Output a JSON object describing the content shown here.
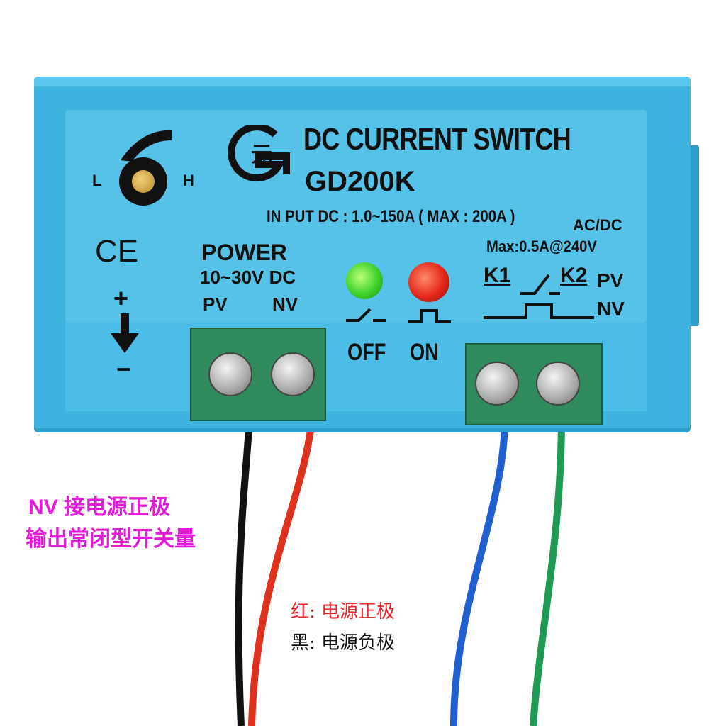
{
  "device": {
    "title": "DC CURRENT SWITCH",
    "model": "GD200K",
    "input_spec": "IN PUT DC : 1.0~150A ( MAX : 200A )",
    "ac_dc": "AC/DC",
    "max_load": "Max:0.5A@240V",
    "power_label": "POWER",
    "voltage": "10~30V DC",
    "pv_left": "PV",
    "nv_left": "NV",
    "k1": "K1",
    "k2": "K2",
    "pv_right": "PV",
    "nv_right": "NV",
    "off_label": "OFF",
    "on_label": "ON",
    "knob_low": "L",
    "knob_high": "H",
    "ce_mark": "CE",
    "plus": "+",
    "minus": "−"
  },
  "annotations": {
    "line1": "NV 接电源正极",
    "line2": "输出常闭型开关量",
    "red_wire": "红: 电源正极",
    "black_wire": "黑: 电源负极"
  },
  "colors": {
    "housing": "#3fb3df",
    "terminal": "#2f8a5c",
    "wire_black": "#111111",
    "wire_red": "#e0301e",
    "wire_blue": "#1f5fd0",
    "wire_green": "#1e9a55",
    "annotation_magenta": "#e21bd8"
  }
}
